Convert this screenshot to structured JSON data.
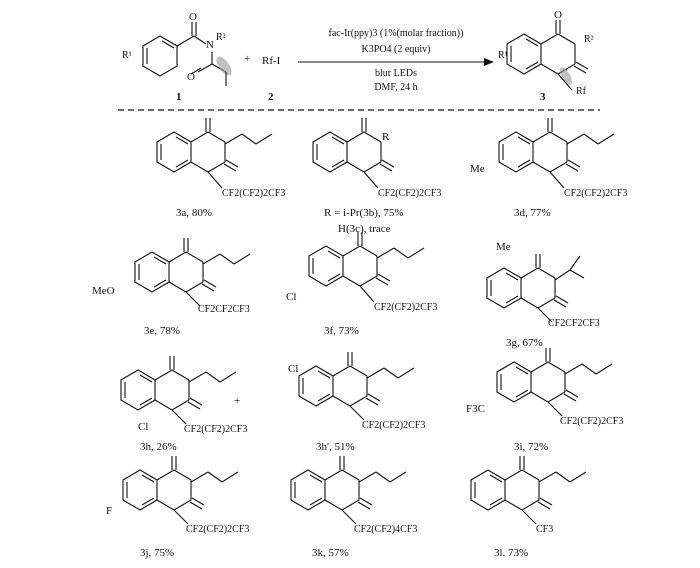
{
  "scheme": {
    "reactant1_id": "1",
    "reactant2_id": "2",
    "reactant2_formula": "Rf-I",
    "product_id": "3",
    "plus": "+",
    "conditions": {
      "catalyst": "fac-Ir(ppy)3 (1%(molar fraction))",
      "base": "K3PO4 (2 equiv)",
      "light": "blur LEDs",
      "solvent_time": "DMF, 24 h"
    },
    "labels": {
      "R1": "R¹",
      "R2": "R²",
      "Rf": "Rf",
      "N": "N",
      "O": "O"
    }
  },
  "compounds": [
    {
      "id": "3a",
      "label": "3a, 80%",
      "chain": "CF2(CF2)2CF3",
      "sub": ""
    },
    {
      "id": "3b",
      "label": "R = i-Pr(3b), 75%",
      "label2": "H(3c), trace",
      "chain": "CF2(CF2)2CF3",
      "sub": "R"
    },
    {
      "id": "3d",
      "label": "3d, 77%",
      "chain": "CF2(CF2)2CF3",
      "sub": "Me"
    },
    {
      "id": "3e",
      "label": "3e, 78%",
      "chain": "CF2CF2CF3",
      "sub": "MeO"
    },
    {
      "id": "3f",
      "label": "3f, 73%",
      "chain": "CF2(CF2)2CF3",
      "sub": "Cl"
    },
    {
      "id": "3g",
      "label": "3g, 67%",
      "chain": "CF2CF2CF3",
      "sub": "Me"
    },
    {
      "id": "3h",
      "label": "3h, 26%",
      "chain": "CF2(CF2)2CF3",
      "sub": "Cl"
    },
    {
      "id": "3h'",
      "label": "3h', 51%",
      "chain": "CF2(CF2)2CF3",
      "sub": "Cl"
    },
    {
      "id": "3i",
      "label": "3i, 72%",
      "chain": "CF2(CF2)2CF3",
      "sub": "F3C"
    },
    {
      "id": "3j",
      "label": "3j, 75%",
      "chain": "CF2(CF2)2CF3",
      "sub": "F"
    },
    {
      "id": "3k",
      "label": "3k, 57%",
      "chain": "CF2(CF2)4CF3",
      "sub": ""
    },
    {
      "id": "3l",
      "label": "3l. 73%",
      "chain": "CF3",
      "sub": ""
    }
  ],
  "between_3h": "+"
}
